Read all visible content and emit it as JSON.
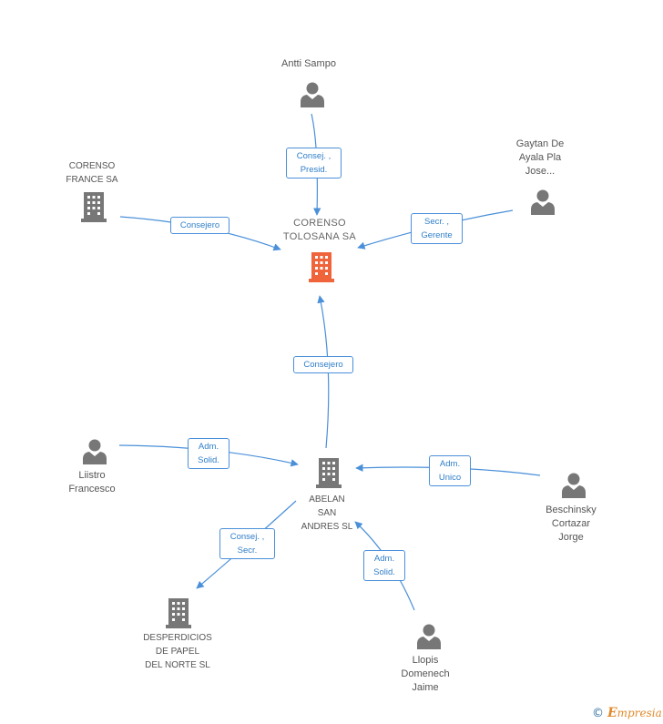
{
  "nodes": {
    "antti": {
      "label": "Antti Sampo",
      "icon": "person-icon"
    },
    "gaytan": {
      "label": "Gaytan De\nAyala Pla\nJose...",
      "icon": "person-icon"
    },
    "corenso_france": {
      "label": "CORENSO\nFRANCE SA",
      "icon": "building-icon"
    },
    "corenso_tolosana": {
      "label": "CORENSO\nTOLOSANA SA",
      "icon": "building-icon"
    },
    "liistro": {
      "label": "Liistro\nFrancesco",
      "icon": "person-icon"
    },
    "abelan": {
      "label": "ABELAN\nSAN\nANDRES SL",
      "icon": "building-icon"
    },
    "beschinsky": {
      "label": "Beschinsky\nCortazar\nJorge",
      "icon": "person-icon"
    },
    "desperdicios": {
      "label": "DESPERDICIOS\nDE PAPEL\nDEL NORTE SL",
      "icon": "building-icon"
    },
    "llopis": {
      "label": "Llopis\nDomenech\nJaime",
      "icon": "person-icon"
    }
  },
  "edges": {
    "antti_tolosana": "Consej. ,\nPresid.",
    "gaytan_tolosana": "Secr. ,\nGerente",
    "france_tolosana": "Consejero",
    "abelan_tolosana": "Consejero",
    "liistro_abelan": "Adm.\nSolid.",
    "beschinsky_abelan": "Adm.\nUnico",
    "abelan_desperdicios": "Consej. ,\nSecr.",
    "llopis_abelan": "Adm.\nSolid."
  },
  "colors": {
    "edge": "#4a90d9",
    "main_company": "#f0643c",
    "company": "#777777",
    "person": "#777777"
  },
  "brand": {
    "symbol": "©",
    "name": "mpresia",
    "initial": "E"
  }
}
